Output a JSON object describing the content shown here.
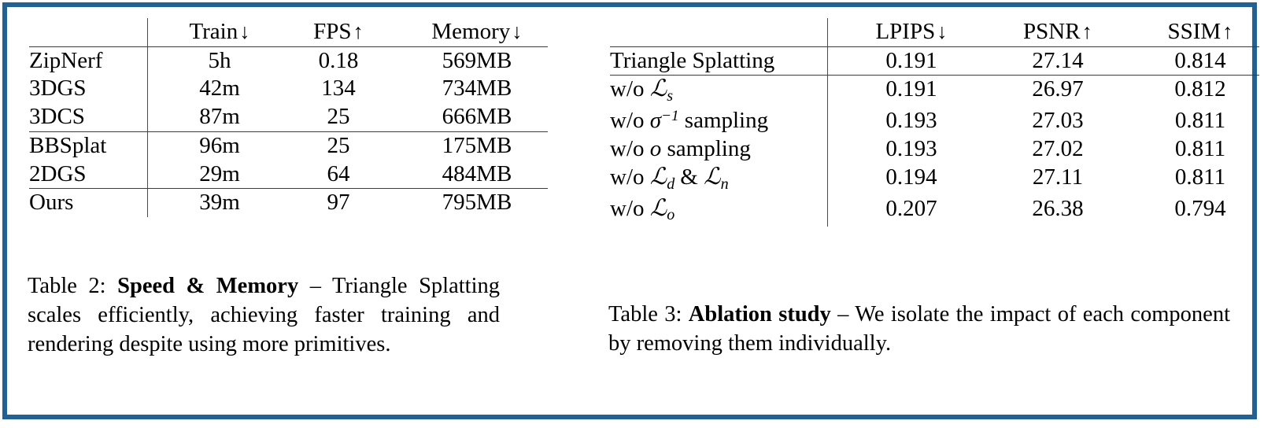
{
  "frame": {
    "border_color": "#246193",
    "background": "#ffffff"
  },
  "table2": {
    "columns": {
      "corner": "",
      "train": "Train",
      "train_arrow": "↓",
      "fps": "FPS",
      "fps_arrow": "↑",
      "memory": "Memory",
      "memory_arrow": "↓"
    },
    "rows": [
      {
        "method": "ZipNerf",
        "train": "5h",
        "fps": "0.18",
        "memory": "569MB",
        "bold": []
      },
      {
        "method": "3DGS",
        "train": "42m",
        "fps": "134",
        "memory": "734MB",
        "bold": []
      },
      {
        "method": "3DCS",
        "train": "87m",
        "fps": "25",
        "memory": "666MB",
        "bold": []
      },
      {
        "method": "BBSplat",
        "train": "96m",
        "fps": "25",
        "memory": "175MB",
        "bold": [
          "memory"
        ]
      },
      {
        "method": "2DGS",
        "train": "29m",
        "fps": "64",
        "memory": "484MB",
        "bold": [
          "train"
        ]
      },
      {
        "method": "Ours",
        "train": "39m",
        "fps": "97",
        "memory": "795MB",
        "bold": [
          "fps"
        ]
      }
    ],
    "caption": {
      "label": "Table 2:",
      "title": "Speed & Memory",
      "dash": "–",
      "body": "Triangle Splatting scales efficiently, achieving faster training and rendering despite using more primitives."
    }
  },
  "table3": {
    "columns": {
      "corner": "",
      "lpips": "LPIPS",
      "lpips_arrow": "↓",
      "psnr": "PSNR",
      "psnr_arrow": "↑",
      "ssim": "SSIM",
      "ssim_arrow": "↑"
    },
    "main_row": {
      "method": "Triangle Splatting",
      "lpips": "0.191",
      "psnr": "27.14",
      "ssim": "0.814"
    },
    "rows": [
      {
        "method_prefix": "w/o",
        "symbol": "L",
        "symbol_sub": "s",
        "symbol_sup": "",
        "suffix": "",
        "lpips": "0.191",
        "psnr": "26.97",
        "ssim": "0.812",
        "bold": [
          "lpips"
        ]
      },
      {
        "method_prefix": "w/o",
        "symbol": "σ",
        "symbol_sub": "",
        "symbol_sup": "−1",
        "suffix": "sampling",
        "lpips": "0.193",
        "psnr": "27.03",
        "ssim": "0.811",
        "bold": []
      },
      {
        "method_prefix": "w/o",
        "symbol": "o",
        "symbol_sub": "",
        "symbol_sup": "",
        "suffix": "sampling",
        "lpips": "0.193",
        "psnr": "27.02",
        "ssim": "0.811",
        "bold": []
      },
      {
        "method_prefix": "w/o",
        "symbol": "L",
        "symbol_sub": "d",
        "symbol_sup": "",
        "suffix": "& L n",
        "lpips": "0.194",
        "psnr": "27.11",
        "ssim": "0.811",
        "bold": []
      },
      {
        "method_prefix": "w/o",
        "symbol": "L",
        "symbol_sub": "o",
        "symbol_sup": "",
        "suffix": "",
        "lpips": "0.207",
        "psnr": "26.38",
        "ssim": "0.794",
        "bold": []
      }
    ],
    "caption": {
      "label": "Table 3:",
      "title": "Ablation study",
      "dash": "–",
      "body": "We isolate the impact of each component by removing them individually."
    }
  }
}
